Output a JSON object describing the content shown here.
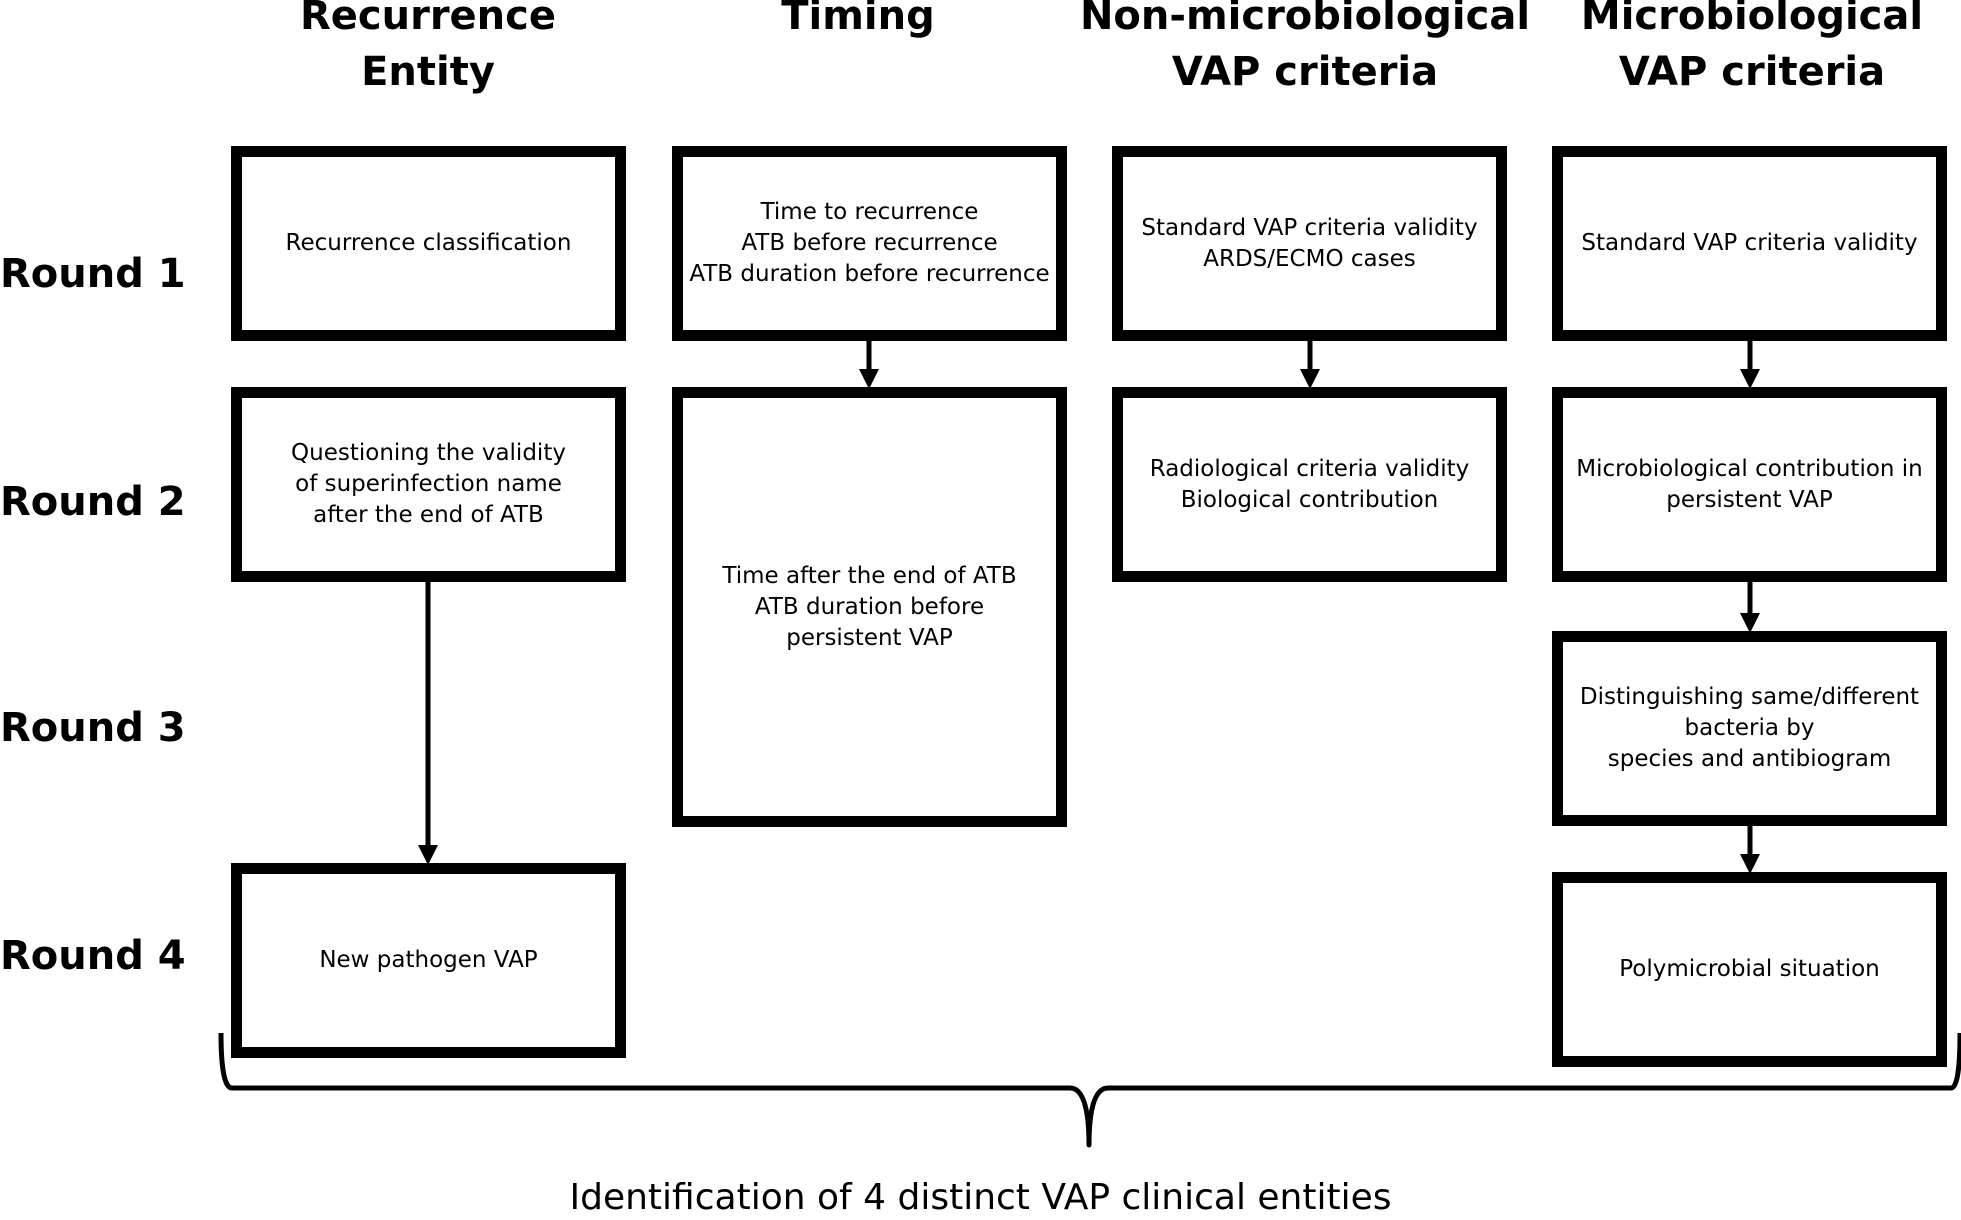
{
  "columns": [
    {
      "title": "Recurrence\nEntity"
    },
    {
      "title": "Timing"
    },
    {
      "title": "Non-microbiological\nVAP criteria"
    },
    {
      "title": "Microbiological\nVAP criteria"
    }
  ],
  "rounds": [
    {
      "label": "Round 1"
    },
    {
      "label": "Round 2"
    },
    {
      "label": "Round 3"
    },
    {
      "label": "Round 4"
    }
  ],
  "boxes": {
    "recurrence_r1": "Recurrence classification",
    "recurrence_r2": "Questioning the validity\nof superinfection name\nafter the end of ATB",
    "recurrence_r4": "New pathogen VAP",
    "timing_r1": "Time to recurrence\nATB before recurrence\nATB duration before recurrence",
    "timing_r2": "Time after the end of ATB\nATB duration before\npersistent VAP",
    "nonmicro_r1": "Standard VAP criteria validity\nARDS/ECMO cases",
    "nonmicro_r2": "Radiological criteria validity\nBiological contribution",
    "micro_r1": "Standard VAP criteria validity",
    "micro_r2": "Microbiological contribution in\npersistent VAP",
    "micro_r3": "Distinguishing same/different\nbacteria by\nspecies and antibiogram",
    "micro_r4": "Polymicrobial situation"
  },
  "footer": "Identification of 4 distinct VAP clinical entities"
}
